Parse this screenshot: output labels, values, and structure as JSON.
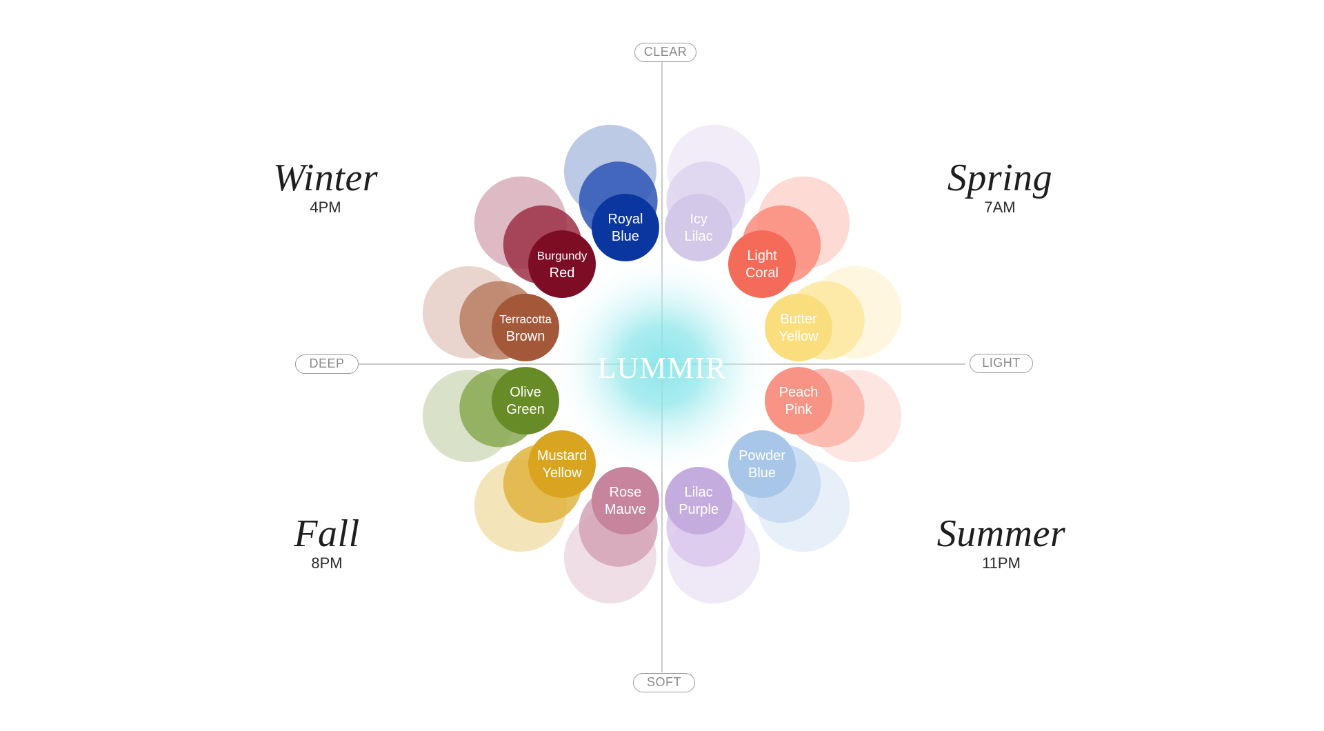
{
  "brand": "LUMMIR",
  "axes": {
    "top": "CLEAR",
    "bottom": "SOFT",
    "left": "DEEP",
    "right": "LIGHT"
  },
  "seasons": [
    {
      "id": "winter",
      "name": "Winter",
      "time": "4PM"
    },
    {
      "id": "spring",
      "name": "Spring",
      "time": "7AM"
    },
    {
      "id": "fall",
      "name": "Fall",
      "time": "8PM"
    },
    {
      "id": "summer",
      "name": "Summer",
      "time": "11PM"
    }
  ],
  "swatches": [
    {
      "id": "icy-lilac",
      "line1": "Icy",
      "line2": "Lilac",
      "color": "#d3c8e8",
      "shades": [
        "#eee9f6",
        "#ddd4ee",
        "#d3c8e8"
      ],
      "text_color": "#ffffff"
    },
    {
      "id": "light-coral",
      "line1": "Light",
      "line2": "Coral",
      "color": "#f46b59",
      "shades": [
        "#fdd3cb",
        "#f98b7b",
        "#f46b59"
      ],
      "text_color": "#ffffff"
    },
    {
      "id": "butter-yellow",
      "line1": "Butter",
      "line2": "Yellow",
      "color": "#fadd7c",
      "shades": [
        "#fef5d8",
        "#fde79f",
        "#fadd7c"
      ],
      "text_color": "#ffffff"
    },
    {
      "id": "peach-pink",
      "line1": "Peach",
      "line2": "Pink",
      "color": "#f79486",
      "shades": [
        "#fde2dc",
        "#fab3a7",
        "#f79486"
      ],
      "text_color": "#ffffff"
    },
    {
      "id": "powder-blue",
      "line1": "Powder",
      "line2": "Blue",
      "color": "#a7c6e8",
      "shades": [
        "#e3ecf8",
        "#c3d8f0",
        "#a7c6e8"
      ],
      "text_color": "#ffffff"
    },
    {
      "id": "lilac-purple",
      "line1": "Lilac",
      "line2": "Purple",
      "color": "#c5acde",
      "shades": [
        "#ece4f5",
        "#d9c7ec",
        "#c5acde"
      ],
      "text_color": "#ffffff"
    },
    {
      "id": "rose-mauve",
      "line1": "Rose",
      "line2": "Mauve",
      "color": "#c6849d",
      "shades": [
        "#ecd8e0",
        "#d5a3b6",
        "#c6849d"
      ],
      "text_color": "#ffffff"
    },
    {
      "id": "mustard-yellow",
      "line1": "Mustard",
      "line2": "Yellow",
      "color": "#d9a41f",
      "shades": [
        "#f1e0ad",
        "#e0b43f",
        "#d9a41f"
      ],
      "text_color": "#ffffff"
    },
    {
      "id": "olive-green",
      "line1": "Olive",
      "line2": "Green",
      "color": "#678b26",
      "shades": [
        "#d2ddc0",
        "#88a852",
        "#678b26"
      ],
      "text_color": "#ffffff"
    },
    {
      "id": "terracotta-brown",
      "line1": "Terracotta",
      "line2": "Brown",
      "color": "#a4583a",
      "shades": [
        "#e6cec5",
        "#ba7c62",
        "#a4583a"
      ],
      "text_color": "#ffffff"
    },
    {
      "id": "burgundy-red",
      "line1": "Burgundy",
      "line2": "Red",
      "color": "#7c0d24",
      "shades": [
        "#d8afba",
        "#9c2f47",
        "#7c0d24"
      ],
      "text_color": "#ffffff"
    },
    {
      "id": "royal-blue",
      "line1": "Royal",
      "line2": "Blue",
      "color": "#0a36a0",
      "shades": [
        "#b1c1e2",
        "#2f56b6",
        "#0a36a0"
      ],
      "text_color": "#ffffff"
    }
  ],
  "colors": {
    "center_glow": "#8ee6ea",
    "axis_line": "#b8b8b8",
    "pill_border": "#9a9a9a"
  }
}
